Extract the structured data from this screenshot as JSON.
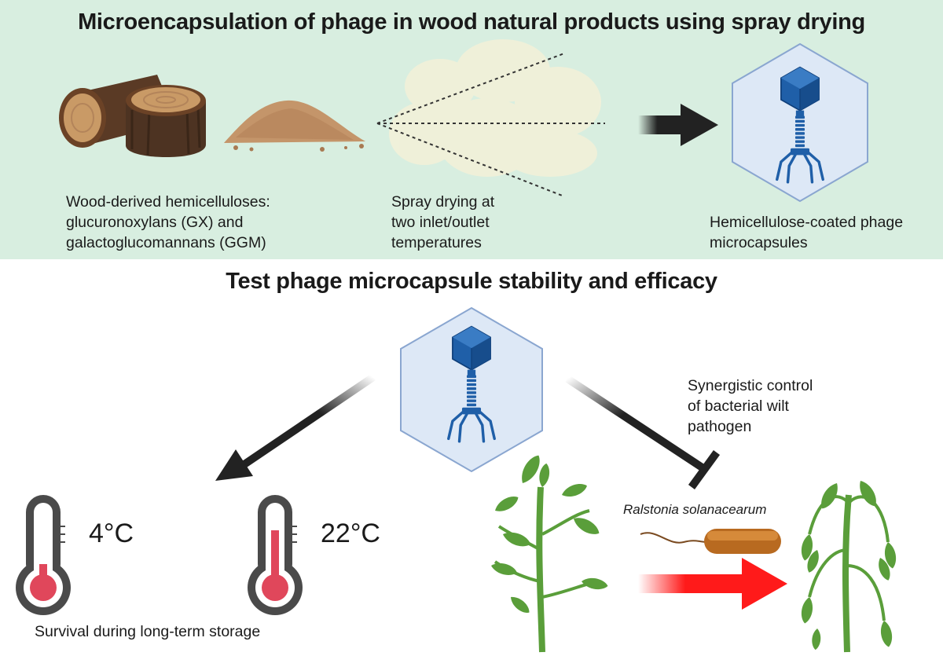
{
  "top_section": {
    "title": "Microencapsulation of phage in wood natural products using spray drying",
    "wood_label": [
      "Wood-derived hemicelluloses:",
      "glucuronoxylans (GX) and",
      "galactoglucomannans (GGM)"
    ],
    "spray_label": [
      "Spray drying at",
      "two inlet/outlet",
      "temperatures"
    ],
    "capsule_label": [
      "Hemicellulose-coated phage",
      "microcapsules"
    ]
  },
  "bottom_section": {
    "title": "Test phage microcapsule stability and efficacy",
    "cold_temp": "4°C",
    "room_temp": "22°C",
    "storage_label": "Survival during long-term storage",
    "control_label": [
      "Synergistic control",
      "of bacterial wilt",
      "pathogen"
    ],
    "pathogen_name": "Ralstonia solanacearum"
  },
  "colors": {
    "top_background": "#d8eee0",
    "phage_blue": "#1f5fa8",
    "hexagon_fill": "#dde8f6",
    "thermometer_red": "#e0475b",
    "red_arrow": "#ff1a1a",
    "plant_green": "#5a9e3a"
  }
}
